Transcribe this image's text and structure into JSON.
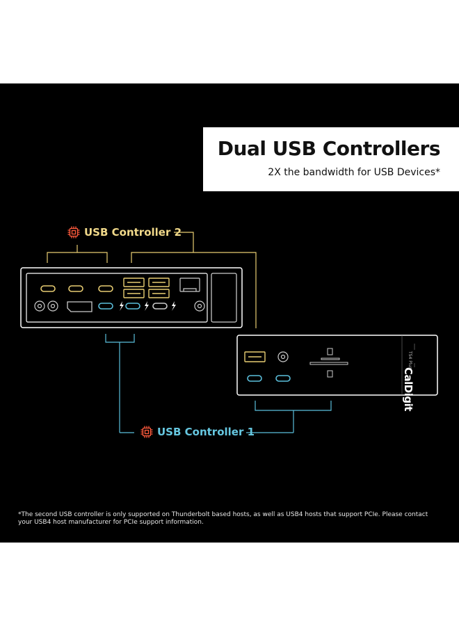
{
  "header": {
    "title": "Dual USB Controllers",
    "subtitle": "2X the bandwidth for USB Devices*"
  },
  "controllers": {
    "controller_2": "USB Controller 2",
    "controller_1": "USB Controller 1"
  },
  "device": {
    "brand": "CalDigit",
    "model": "TS4 Plus"
  },
  "footnote": "*The second USB controller is only supported on Thunderbolt based hosts, as well as USB4 hosts that support PCIe. Please contact your USB4 host manufacturer for PCIe support information.",
  "colors": {
    "background": "#000000",
    "controller_2": "#e8cd72",
    "controller_1": "#5bbfdc",
    "device_outline": "#ffffff"
  },
  "icons": [
    "chip-icon",
    "thunderbolt-icon",
    "usb-c-port",
    "usb-a-port",
    "ethernet-port",
    "audio-jack",
    "displayport-port",
    "sd-card-slot"
  ]
}
